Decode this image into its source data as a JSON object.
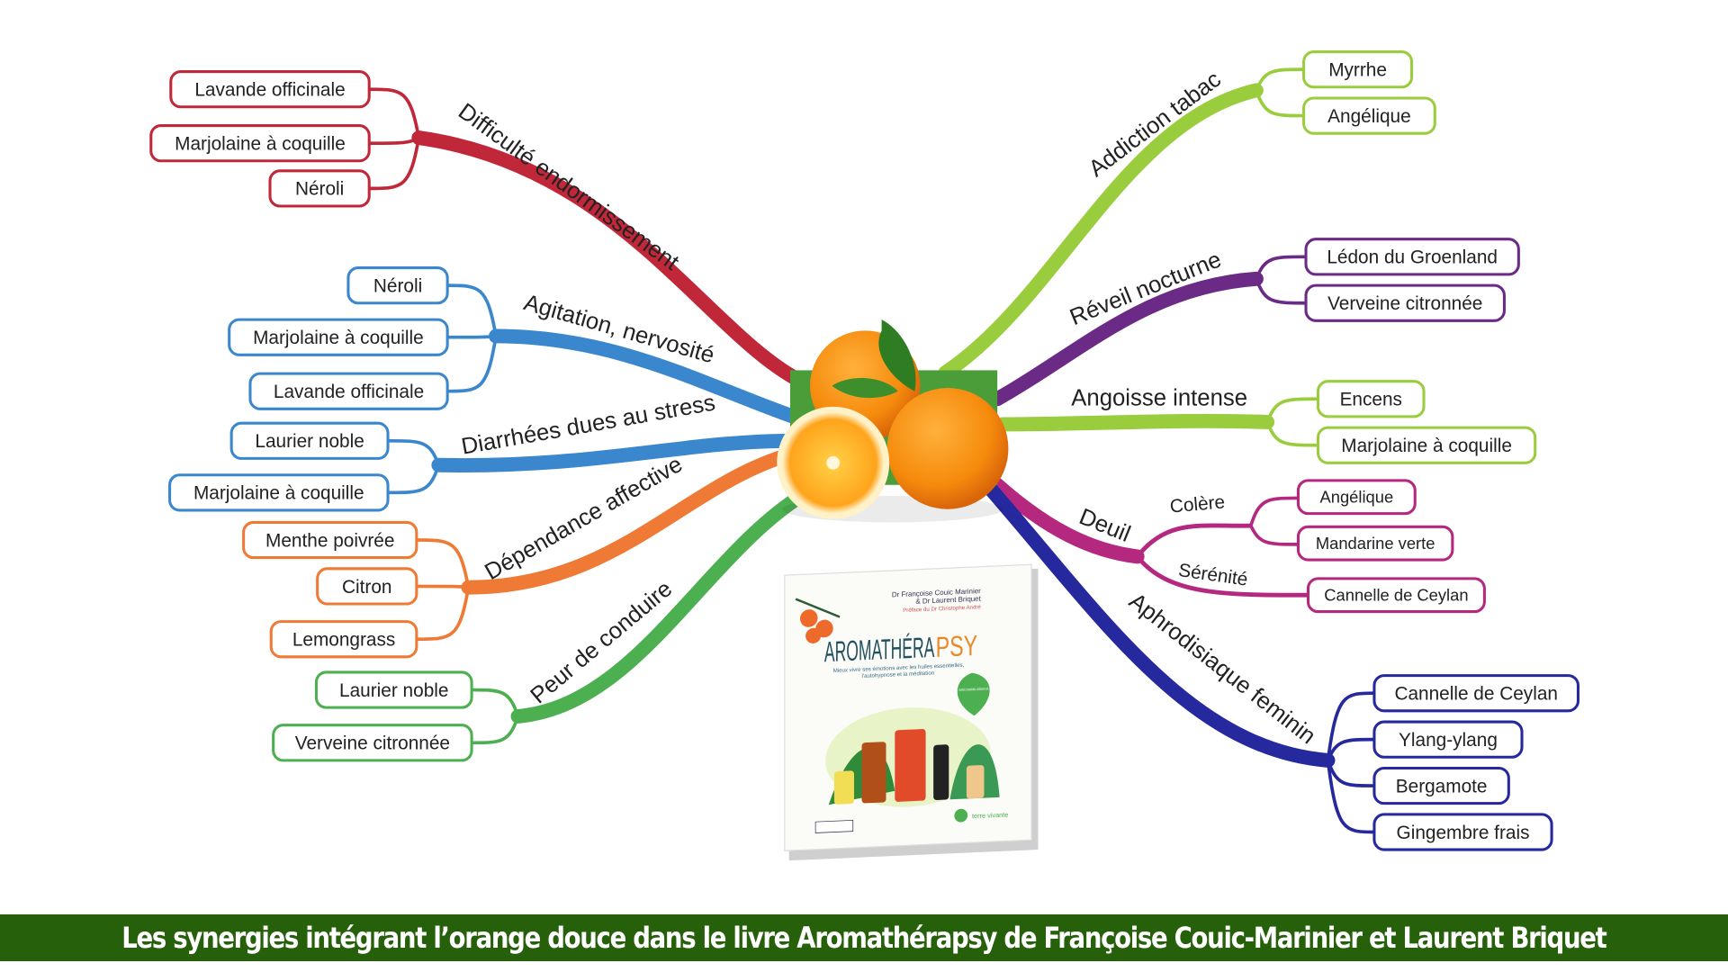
{
  "center": {
    "image": "oranges"
  },
  "book": {
    "authors_line1": "Dr Françoise Couic Marinier",
    "authors_line2": "& Dr Laurent Briquet",
    "preface": "Préface du Dr Christophe André",
    "title_main": "AROMATHÉRA",
    "title_accent": "PSY",
    "subtitle1": "Mieux vivre ses émotions avec les huiles essentielles,",
    "subtitle2": "l'autohypnose et la méditation",
    "badge": "Sommeil, concentration, confiance en soi...",
    "publisher": "terre vivante"
  },
  "branches": [
    {
      "label": "Difficulté endormissement",
      "color": "#c0283a",
      "leaves": [
        "Lavande officinale",
        "Marjolaine à coquille",
        "Néroli"
      ]
    },
    {
      "label": "Agitation, nervosité",
      "color": "#3a87cd",
      "leaves": [
        "Néroli",
        "Marjolaine à coquille",
        "Lavande officinale"
      ]
    },
    {
      "label": "Diarrhées dues au stress",
      "color": "#3a87cd",
      "leaves": [
        "Laurier noble",
        "Marjolaine à coquille"
      ]
    },
    {
      "label": "Dépendance affective",
      "color": "#ee7a35",
      "leaves": [
        "Menthe poivrée",
        "Citron",
        "Lemongrass"
      ]
    },
    {
      "label": "Peur de conduire",
      "color": "#4caf50",
      "leaves": [
        "Laurier noble",
        "Verveine citronnée"
      ]
    },
    {
      "label": "Addiction tabac",
      "color": "#9acd3e",
      "leaves": [
        "Myrrhe",
        "Angélique"
      ]
    },
    {
      "label": "Réveil nocturne",
      "color": "#6a2a86",
      "leaves": [
        "Lédon du Groenland",
        "Verveine citronnée"
      ]
    },
    {
      "label": "Angoisse intense",
      "color": "#9acd3e",
      "leaves": [
        "Encens",
        "Marjolaine à coquille"
      ]
    },
    {
      "label": "Deuil",
      "color": "#b5287f",
      "leaves": [],
      "sub": [
        {
          "label": "Colère",
          "leaves": [
            "Angélique",
            "Mandarine verte"
          ]
        },
        {
          "label": "Sérénité",
          "leaves": [
            "Cannelle de Ceylan"
          ]
        }
      ]
    },
    {
      "label": "Aphrodisiaque feminin",
      "color": "#26289e",
      "leaves": [
        "Cannelle de Ceylan",
        "Ylang-ylang",
        "Bergamote",
        "Gingembre frais"
      ]
    }
  ],
  "banner": {
    "text": "Les synergies intégrant l’orange douce dans le livre Aromathérapsy de Françoise Couic-Marinier et Laurent Briquet",
    "color": "#27600b"
  }
}
